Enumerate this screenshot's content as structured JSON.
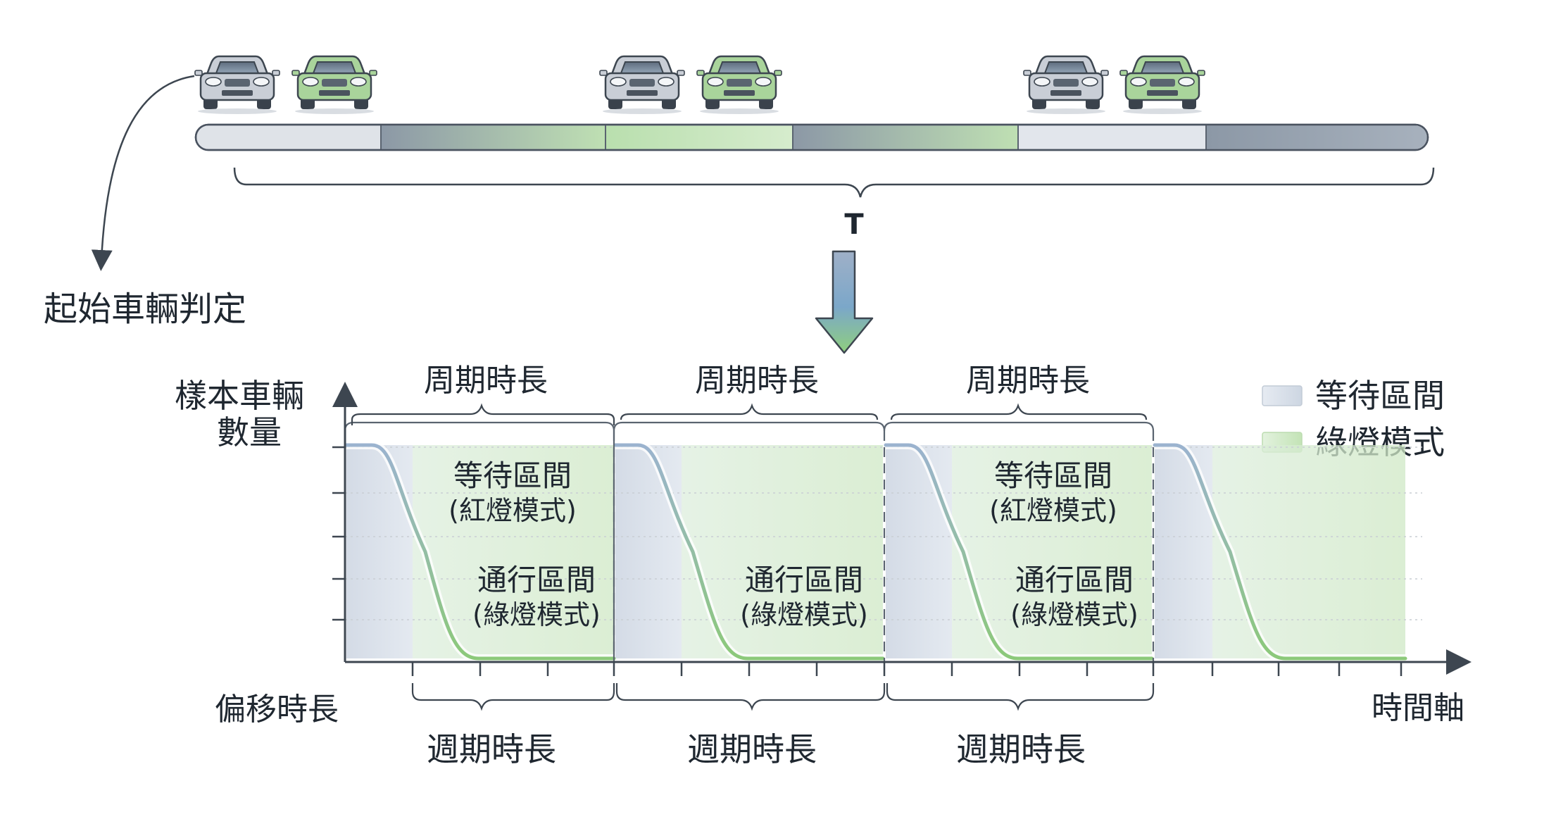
{
  "diagram": {
    "start_label": "起始車輛判定",
    "period_symbol": "T",
    "y_axis_label_line1": "樣本車輛",
    "y_axis_label_line2": "數量",
    "x_axis_label": "時間軸",
    "offset_label": "偏移時長",
    "top_period_labels": [
      "周期時長",
      "周期時長",
      "周期時長"
    ],
    "bottom_period_labels": [
      "週期時長",
      "週期時長",
      "週期時長"
    ],
    "cycles": [
      {
        "wait_title": "等待區間",
        "wait_sub": "(紅燈模式)",
        "pass_title": "通行區間",
        "pass_sub": "(綠燈模式)"
      },
      {
        "wait_title": "",
        "wait_sub": "",
        "pass_title": "通行區間",
        "pass_sub": "(綠燈模式)"
      },
      {
        "wait_title": "等待區間",
        "wait_sub": "(紅燈模式)",
        "pass_title": "通行區間",
        "pass_sub": "(綠燈模式)"
      }
    ],
    "legend": [
      {
        "label": "等待區間",
        "color": "#d3dbe6"
      },
      {
        "label": "綠燈模式",
        "color": "#cde8c2"
      }
    ],
    "colors": {
      "wait": "#d3dbe6",
      "green": "#cde8c2",
      "curve_blue": "#9bb3cf",
      "curve_green": "#8cc97a",
      "outline": "#3d4650",
      "car_gray": "#c9ced6",
      "car_green": "#a9d49b"
    },
    "cars": [
      "gray",
      "green",
      "gray",
      "green",
      "gray",
      "green"
    ],
    "timeline_segments": [
      "gray",
      "dark",
      "green",
      "dark",
      "gray",
      "dark"
    ]
  }
}
